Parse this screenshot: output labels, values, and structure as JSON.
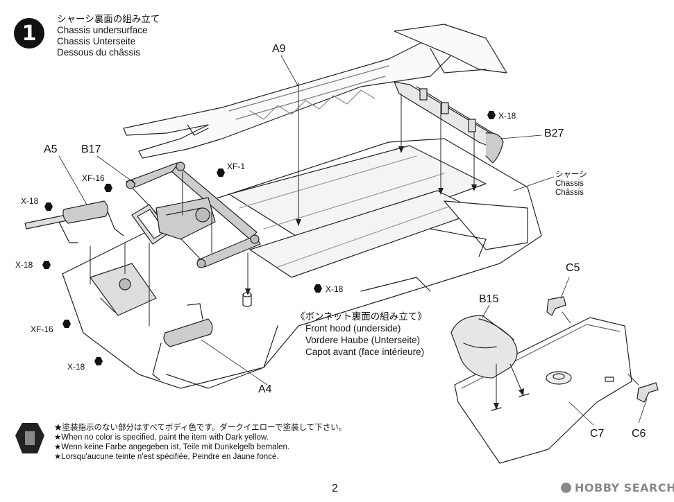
{
  "step": {
    "number": "1",
    "title_ja": "シャーシ裏面の組み立て",
    "title_en": "Chassis undersurface",
    "title_de": "Chassis Unterseite",
    "title_fr": "Dessous du châssis"
  },
  "parts": {
    "a9": "A9",
    "a5": "A5",
    "b17": "B17",
    "b27": "B27",
    "a4": "A4",
    "b15": "B15",
    "c5": "C5",
    "c7": "C7",
    "c6": "C6"
  },
  "paints": {
    "xf1": "XF-1",
    "xf16_a": "XF-16",
    "xf16_b": "XF-16",
    "x18_a": "X-18",
    "x18_b": "X-18",
    "x18_c": "X-18",
    "x18_d": "X-18",
    "x18_e": "X-18"
  },
  "chassis_label": {
    "ja": "シャーシ",
    "en": "Chassis",
    "fr": "Châssis"
  },
  "hood_step": {
    "ja": "《ボンネット裏面の組み立て》",
    "en": "Front hood (underside)",
    "de": "Vordere Haube (Unterseite)",
    "fr": "Capot avant (face intérieure)"
  },
  "notes": {
    "ja": "★塗装指示のない部分はすべてボディ色です。ダークイエローで塗装して下さい。",
    "en": "★When no color is specified, paint the item with Dark yellow.",
    "de": "★Wenn keine Farbe angegeben ist, Teile mit Dunkelgelb bemalen.",
    "fr": "★Lorsqu'aucune teinte n'est spécifiée, Peindre en Jaune foncé."
  },
  "page_number": "2",
  "watermark": "HOBBY SEARCH"
}
